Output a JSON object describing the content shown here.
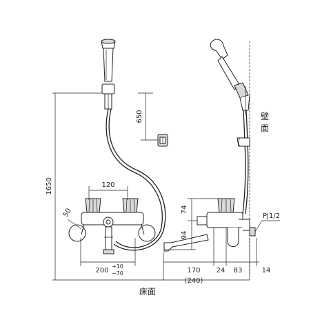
{
  "dimensions": {
    "total_height": "1650",
    "hook_height": "650",
    "handle_spacing": "120",
    "angle_offset": "50",
    "width": "200",
    "tolerance_plus": "+10",
    "tolerance_minus": "−70",
    "spout_reach": "170",
    "reach_total": "(240)",
    "body_offset": "24",
    "wall_offset": "83",
    "wall_end": "14",
    "handle_height": "74",
    "spout_height": "94",
    "pipe_thread": "PJ1/2"
  },
  "labels": {
    "floor": "床面",
    "wall_top": "壁",
    "wall_bottom": "面"
  }
}
